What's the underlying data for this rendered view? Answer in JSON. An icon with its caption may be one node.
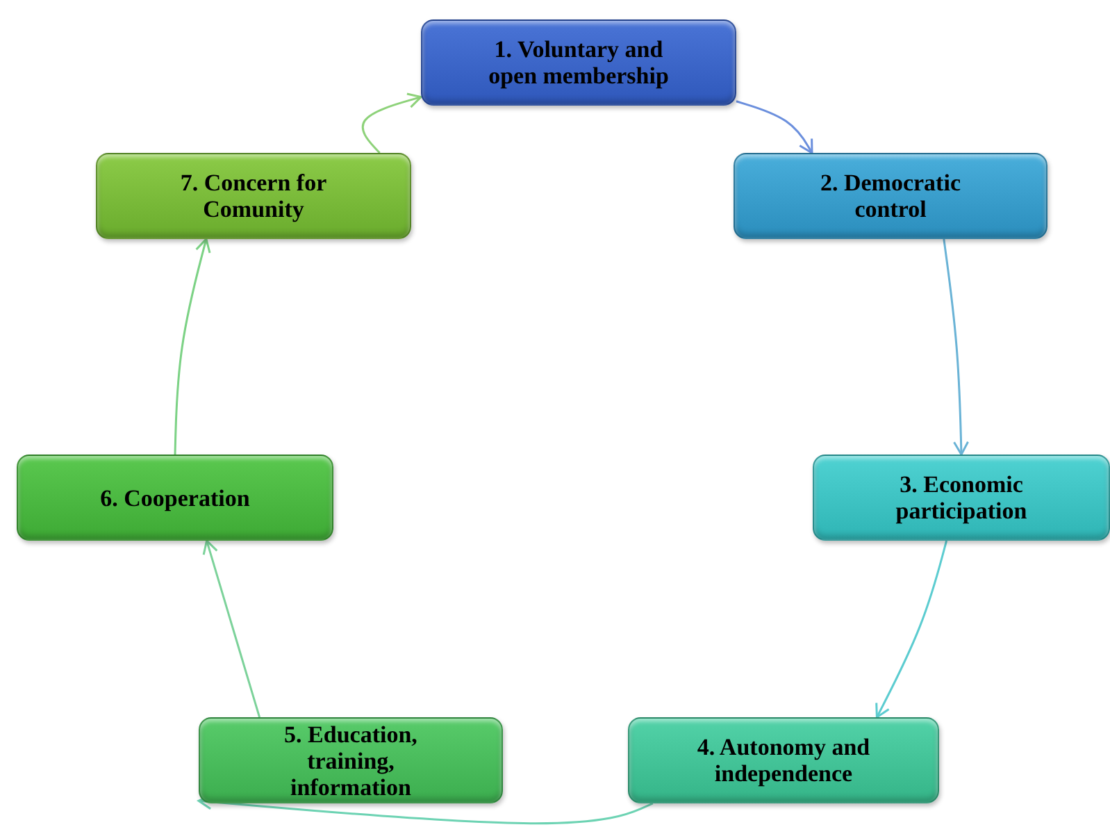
{
  "diagram": {
    "nodes": [
      {
        "text": [
          "1. Voluntary and open membership"
        ]
      },
      {
        "text": [
          "2. Democratic control"
        ]
      },
      {
        "text": [
          "3. Economic participation"
        ]
      },
      {
        "text": [
          "4. Autonomy and independence"
        ]
      },
      {
        "text": [
          "5. Education, training, information"
        ]
      },
      {
        "text": [
          "6. Cooperation"
        ]
      },
      {
        "text": [
          "7. Concern for Comunity"
        ]
      }
    ],
    "edges": [
      {
        "from": 0,
        "to": 1,
        "arrow": "to",
        "color": "#6b8fdd"
      },
      {
        "from": 1,
        "to": 2,
        "arrow": "to",
        "color": "#6ab3d6"
      },
      {
        "from": 2,
        "to": 3,
        "arrow": "to",
        "color": "#5cccd0"
      },
      {
        "from": 3,
        "to": 4,
        "arrow": "to",
        "color": "#6dd3b3"
      },
      {
        "from": 4,
        "to": 5,
        "arrow": "to",
        "color": "#7cd29a"
      },
      {
        "from": 5,
        "to": 6,
        "arrow": "to",
        "color": "#7cd285"
      },
      {
        "from": 6,
        "to": 0,
        "arrow": "to",
        "color": "#8ed27a"
      }
    ]
  }
}
